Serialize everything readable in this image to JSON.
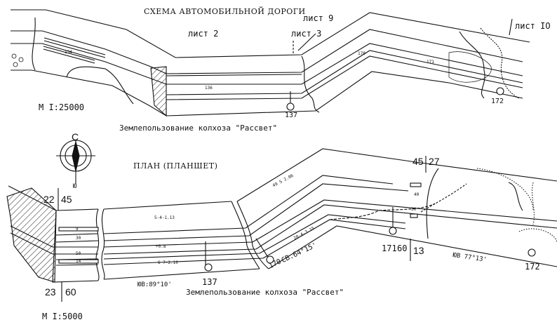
{
  "scheme": {
    "title": "СХЕМА АВТОМОБИЛЬНОЙ ДОРОГИ",
    "sheet_2": "лист 2",
    "sheet_3": "лист 3",
    "sheet_9": "лист 9",
    "sheet_10": "лист IO",
    "scale": "М I:25000",
    "marker_137": "137",
    "marker_172": "172",
    "label_134": "134",
    "label_136": "136",
    "label_170": "170",
    "label_171": "171",
    "land_use": "Землепользование колхоза \"Рассвет\""
  },
  "compass": {
    "north": "С",
    "south": "Ю"
  },
  "plan": {
    "title": "ПЛАН  (ПЛАНШЕТ)",
    "scale": "М I:5000",
    "stake_22": "22",
    "stake_45a": "45",
    "stake_23": "23",
    "stake_60a": "60",
    "stake_45b": "45",
    "stake_27": "27",
    "stake_171": "171",
    "stake_60b": "60",
    "stake_13": "13",
    "marker_137": "137",
    "marker_170": "170",
    "marker_172": "172",
    "bearing_1": "ЮВ:89°10'",
    "bearing_2": "СВ.64°15'",
    "bearing_3": "ЮВ 77°13'",
    "line_1": "5-4-1.13",
    "line_2": "+0.8",
    "line_3": "6 7-2.10",
    "line_4": "49 5 2.06",
    "line_5": "20-4-3.15",
    "dim_9": "9",
    "dim_30a": "30",
    "dim_50": "50",
    "dim_14": "14",
    "dim_40": "40",
    "dim_30b": "30",
    "land_use": "Землепользование колхоза \"Рассвет\""
  },
  "colors": {
    "ink": "#111111",
    "paper": "#ffffff"
  }
}
